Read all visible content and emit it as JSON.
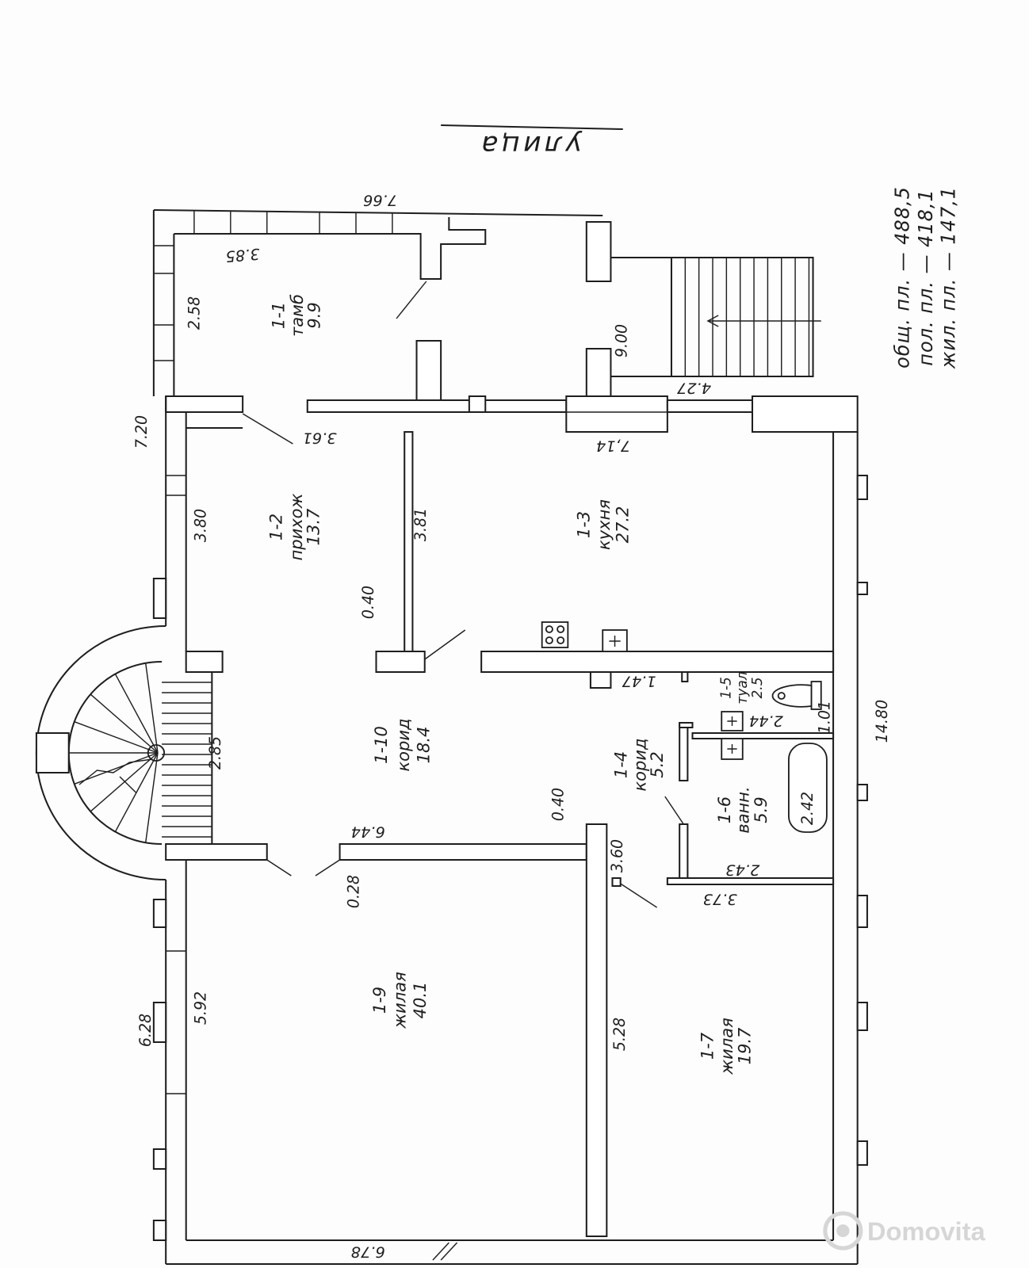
{
  "street_label": "улица",
  "rooms": [
    {
      "id": "1-1",
      "name": "тамб",
      "area": "9.9"
    },
    {
      "id": "1-2",
      "name": "прихож",
      "area": "13.7"
    },
    {
      "id": "1-3",
      "name": "кухня",
      "area": "27.2"
    },
    {
      "id": "1-10",
      "name": "корид",
      "area": "18.4"
    },
    {
      "id": "1-4",
      "name": "корид",
      "area": "5.2"
    },
    {
      "id": "1-5",
      "name": "туал",
      "area": "2.5"
    },
    {
      "id": "1-6",
      "name": "ванн.",
      "area": "5.9"
    },
    {
      "id": "1-9",
      "name": "жилая",
      "area": "40.1"
    },
    {
      "id": "1-7",
      "name": "жилая",
      "area": "19.7"
    }
  ],
  "dimensions": [
    "7.66",
    "3.85",
    "2.58",
    "9.00",
    "4.27",
    "7.20",
    "3.61",
    "7,14",
    "3.80",
    "3.81",
    "0.40",
    "1.47",
    "1.01",
    "2.44",
    "14.80",
    "2.85",
    "0.40",
    "2.42",
    "6.44",
    "3.60",
    "0.28",
    "2.43",
    "3.73",
    "5.92",
    "6.28",
    "5.28",
    "6.78"
  ],
  "totals": [
    "общ. пл. — 488,5",
    "пол. пл. — 418,1",
    "жил. пл. — 147,1"
  ],
  "watermark": {
    "text": "Domovita",
    "icon": "domovita-logo-icon"
  },
  "colors": {
    "ink": "#1e1e1e",
    "paper": "#fdfdfd",
    "watermark": "#d6d6d6"
  }
}
